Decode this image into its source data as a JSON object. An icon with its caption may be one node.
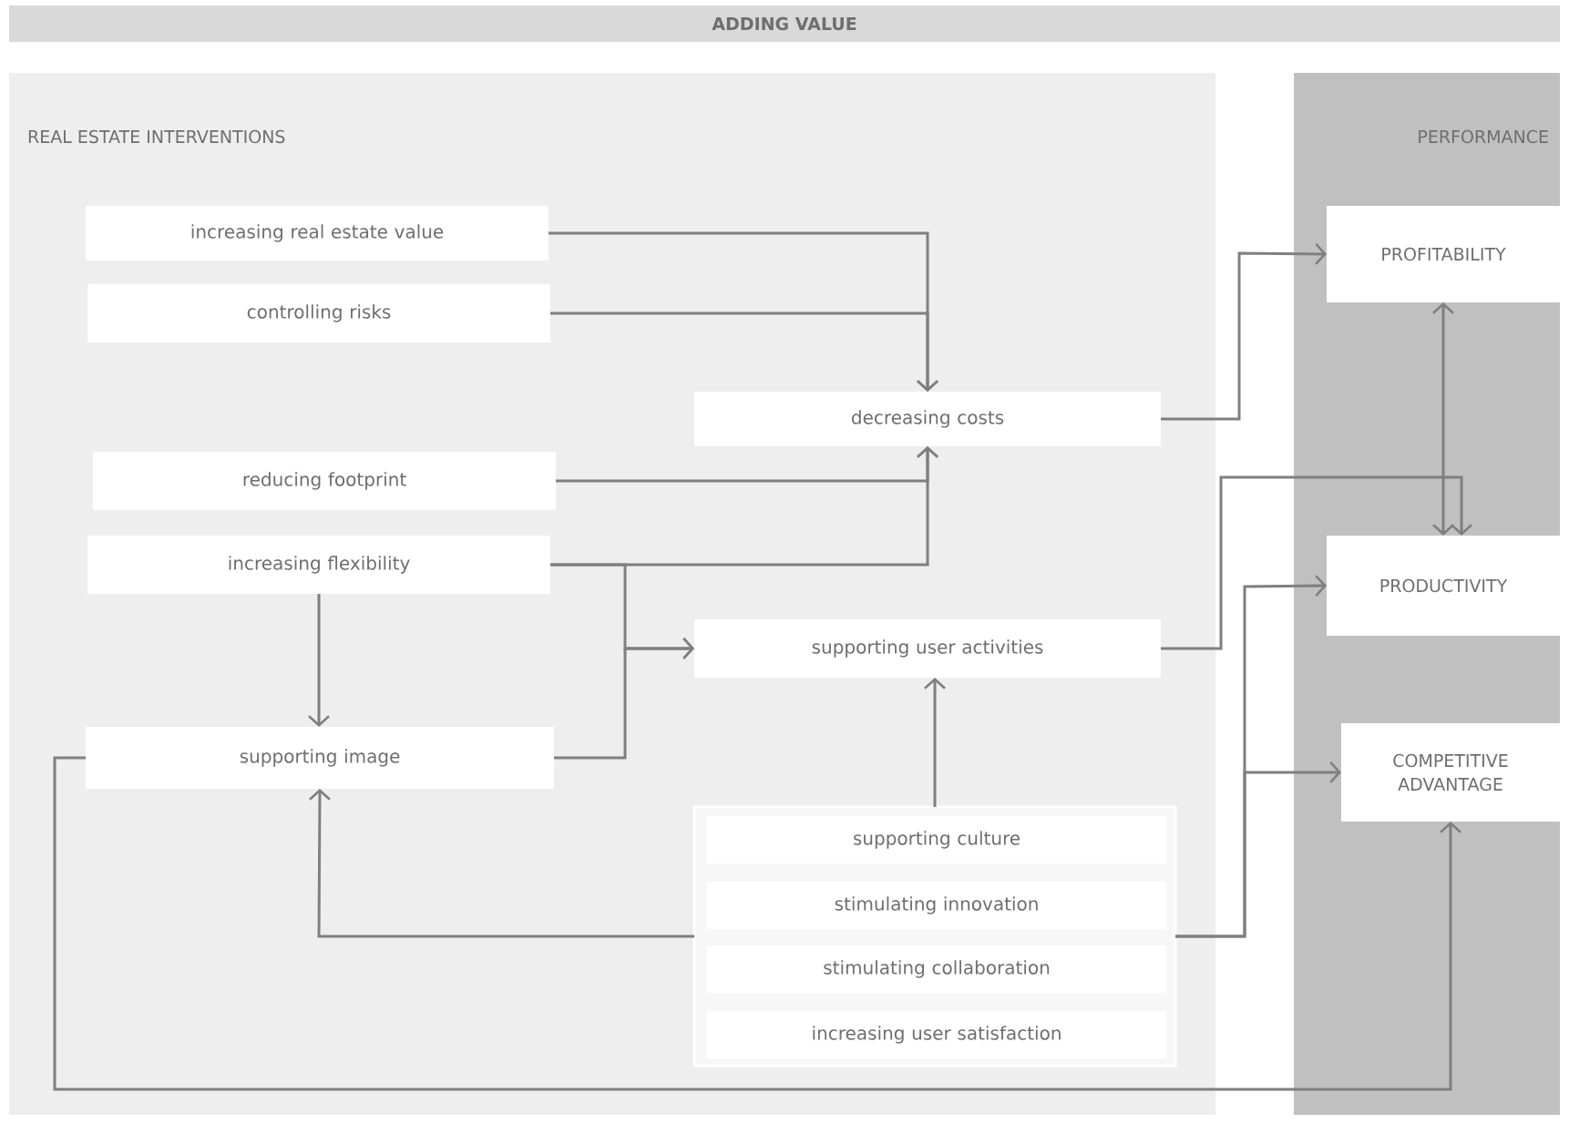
{
  "diagram": {
    "title": "ADDING VALUE",
    "nodes": [
      {
        "text": [
          "REAL ESTATE INTERVENTIONS"
        ]
      },
      {
        "text": [
          "PERFORMANCE"
        ]
      },
      {
        "text": [
          "increasing real estate value"
        ],
        "in": 0
      },
      {
        "text": [
          "controlling risks"
        ],
        "in": 0
      },
      {
        "text": [
          "decreasing costs"
        ],
        "in": 0
      },
      {
        "text": [
          "reducing footprint"
        ],
        "in": 0
      },
      {
        "text": [
          "increasing flexibility"
        ],
        "in": 0
      },
      {
        "text": [
          "supporting user activities"
        ],
        "in": 0
      },
      {
        "text": [
          "supporting image"
        ],
        "in": 0
      },
      {
        "text": [],
        "shape": "box",
        "in": 0
      },
      {
        "text": [
          "supporting culture"
        ],
        "in": 9
      },
      {
        "text": [
          "stimulating innovation"
        ],
        "in": 9
      },
      {
        "text": [
          "stimulating collaboration"
        ],
        "in": 9
      },
      {
        "text": [
          "increasing user satisfaction"
        ],
        "in": 9
      },
      {
        "text": [
          "PROFITABILITY"
        ],
        "in": 1
      },
      {
        "text": [
          "PRODUCTIVITY"
        ],
        "in": 1
      },
      {
        "text": [
          "COMPETITIVE ADVANTAGE"
        ],
        "in": 1
      }
    ],
    "edges": [
      {
        "from": 2,
        "to": 4,
        "arrow": "to"
      },
      {
        "from": 3,
        "to": 4,
        "arrow": "to"
      },
      {
        "from": 5,
        "to": 4,
        "arrow": "to"
      },
      {
        "from": 6,
        "to": 4,
        "arrow": "to"
      },
      {
        "from": 6,
        "to": 7,
        "arrow": "to"
      },
      {
        "from": 8,
        "to": 7,
        "arrow": "to"
      },
      {
        "from": 6,
        "to": 8,
        "arrow": "to"
      },
      {
        "from": 9,
        "to": 7,
        "arrow": "to"
      },
      {
        "from": 9,
        "to": 8,
        "arrow": "to"
      },
      {
        "from": 9,
        "to": 15,
        "arrow": "to"
      },
      {
        "from": 9,
        "to": 16,
        "arrow": "to"
      },
      {
        "from": 8,
        "to": 16,
        "arrow": "to"
      },
      {
        "from": 4,
        "to": 14,
        "arrow": "to"
      },
      {
        "from": 14,
        "to": 15,
        "arrow": "both"
      },
      {
        "from": 7,
        "to": 15,
        "arrow": "to"
      }
    ]
  }
}
